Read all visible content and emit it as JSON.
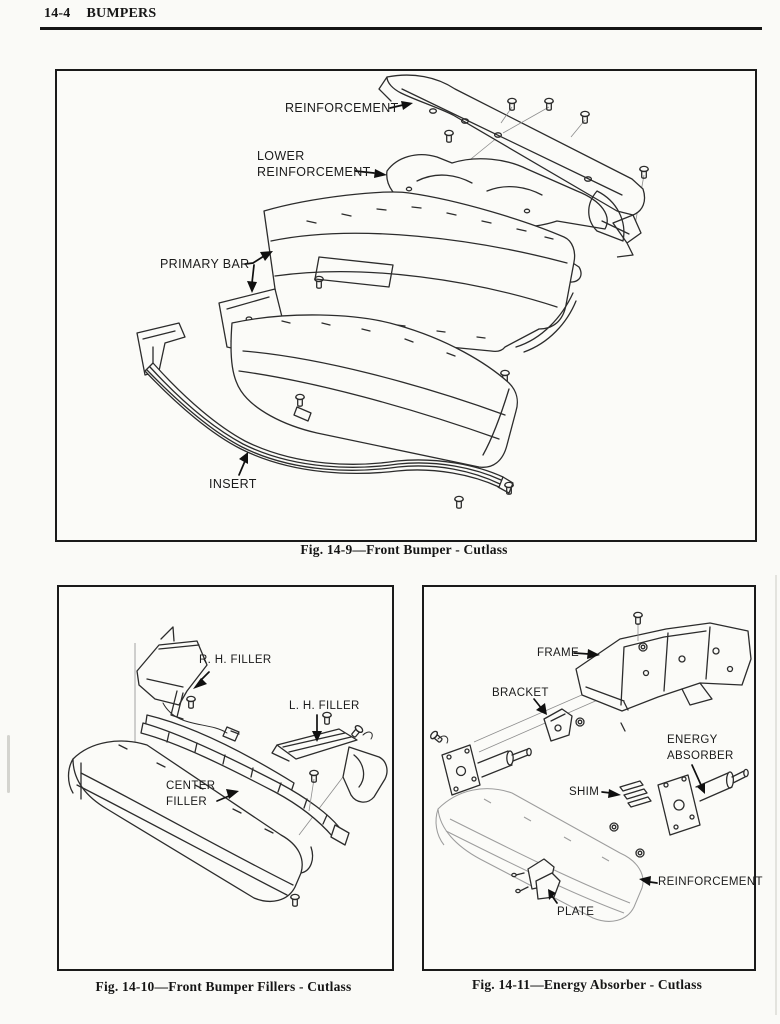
{
  "page": {
    "number": "14-4",
    "title": "BUMPERS"
  },
  "figures": {
    "fig1": {
      "caption": "Fig. 14-9—Front Bumper - Cutlass",
      "labels": {
        "reinforcement": "REINFORCEMENT",
        "lower_reinforcement": [
          "LOWER",
          "REINFORCEMENT"
        ],
        "primary_bar": "PRIMARY BAR",
        "insert": "INSERT"
      }
    },
    "fig2": {
      "caption": "Fig. 14-10—Front Bumper Fillers - Cutlass",
      "labels": {
        "rh_filler": "R. H. FILLER",
        "lh_filler": "L. H. FILLER",
        "center_filler": [
          "CENTER",
          "FILLER"
        ]
      }
    },
    "fig3": {
      "caption": "Fig. 14-11—Energy Absorber - Cutlass",
      "labels": {
        "frame": "FRAME",
        "bracket": "BRACKET",
        "energy_absorber": [
          "ENERGY",
          "ABSORBER"
        ],
        "shim": "SHIM",
        "reinforcement": "REINFORCEMENT",
        "plate": "PLATE"
      }
    }
  }
}
